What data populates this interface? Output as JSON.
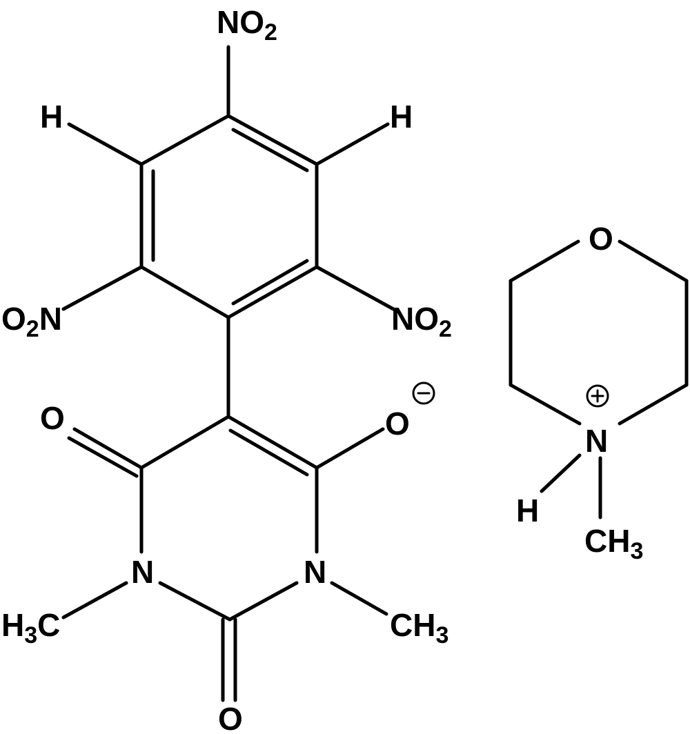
{
  "diagram": {
    "anion": {
      "ring_top_group": {
        "main": "NO",
        "sub": "2"
      },
      "ring_left_group": {
        "main": "O",
        "sub": "2",
        "tail": "N"
      },
      "ring_right_group": {
        "main": "NO",
        "sub": "2"
      },
      "h_left": "H",
      "h_right": "H",
      "carbonyl_left": "O",
      "carbonyl_bottom": "O",
      "oxide": "O",
      "oxide_charge": "−",
      "n_left": "N",
      "n_right": "N",
      "methyl_left": {
        "main": "H",
        "sub": "3",
        "tail": "C"
      },
      "methyl_right": {
        "main": "CH",
        "sub": "3"
      }
    },
    "cation": {
      "oxygen": "O",
      "nitrogen": "N",
      "nitrogen_charge": "+",
      "hydrogen": "H",
      "methyl": {
        "main": "CH",
        "sub": "3"
      }
    }
  }
}
